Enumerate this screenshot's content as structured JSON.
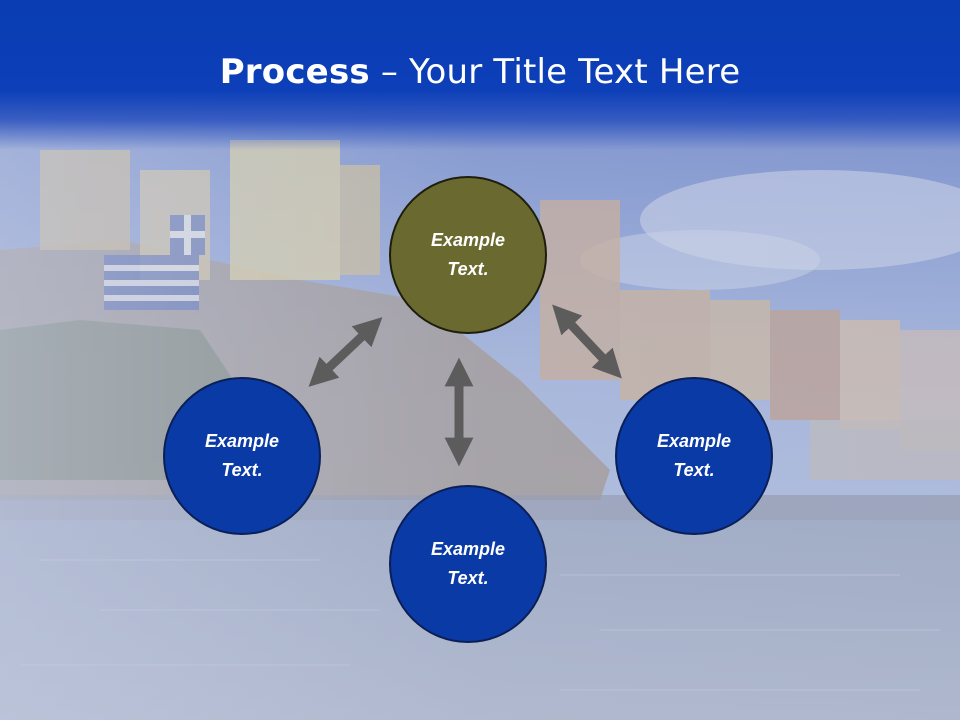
{
  "slide": {
    "title_bold": "Process",
    "title_rest": " – Your Title Text Here"
  },
  "nodes": [
    {
      "id": "top",
      "text_line1": "Example",
      "text_line2": "Text."
    },
    {
      "id": "left",
      "text_line1": "Example",
      "text_line2": "Text."
    },
    {
      "id": "right",
      "text_line1": "Example",
      "text_line2": "Text."
    },
    {
      "id": "bottom",
      "text_line1": "Example",
      "text_line2": "Text."
    }
  ],
  "colors": {
    "header": "#0c3fb8",
    "node_blue": "#0a3aa6",
    "node_olive": "#6a6a30",
    "arrow": "#5c5c5c"
  },
  "background_image": "harbor-town-photo"
}
